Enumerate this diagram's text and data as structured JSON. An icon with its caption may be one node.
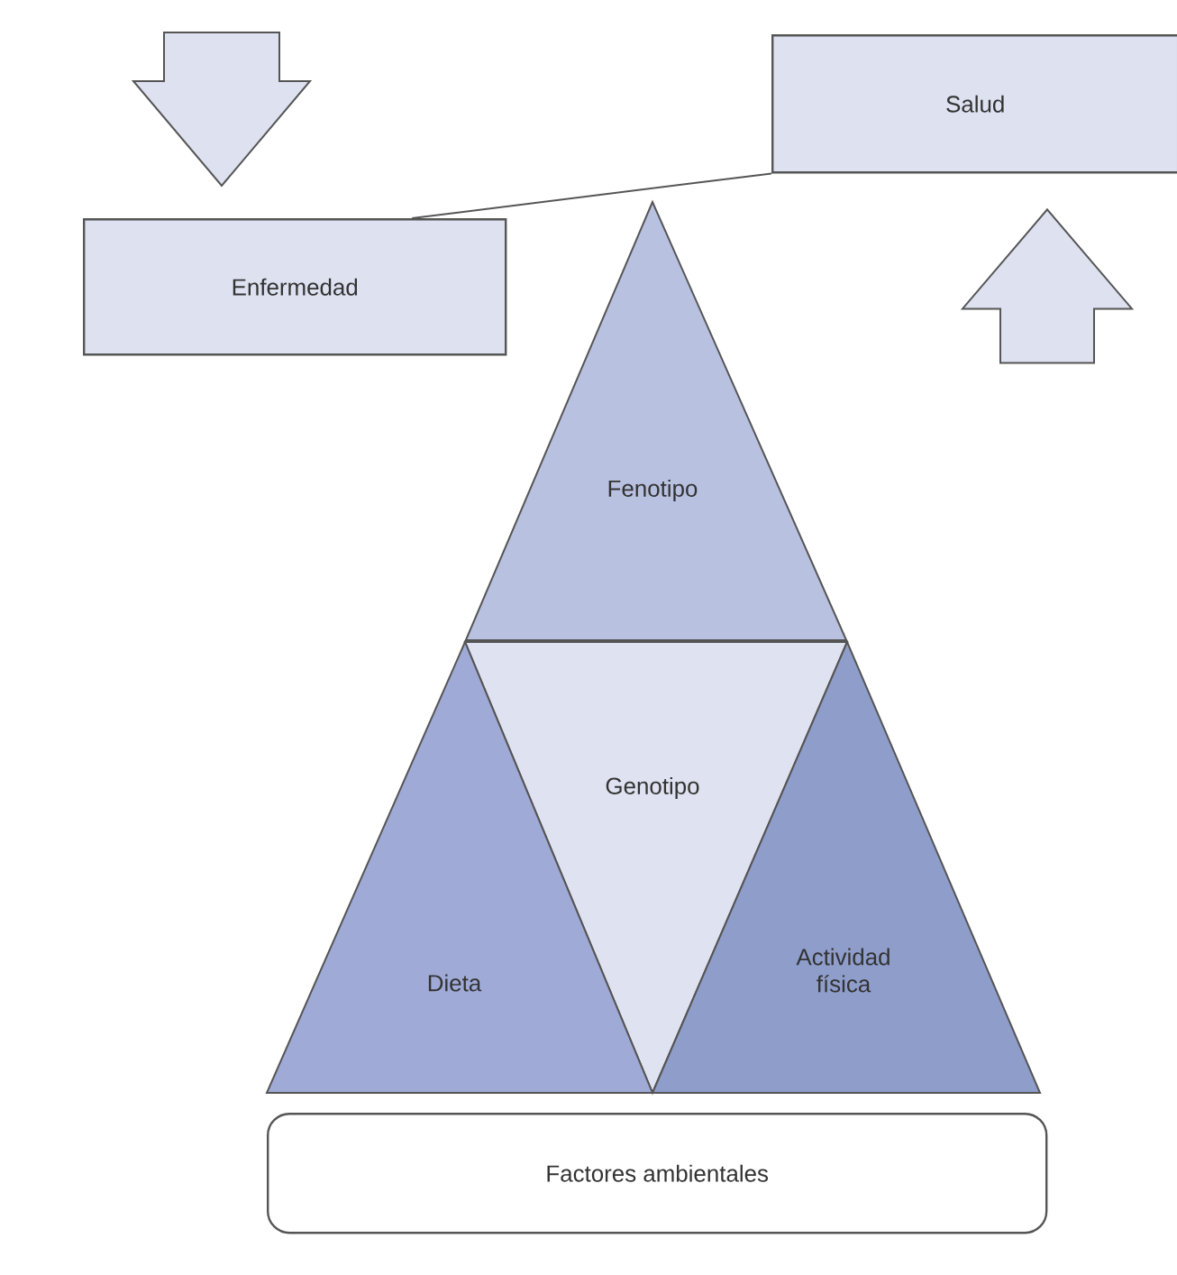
{
  "diagram": {
    "nodes": [
      {
        "text": [
          "Salud"
        ]
      },
      {
        "text": [
          "Enfermedad"
        ]
      },
      {
        "text": [
          "Fenotipo"
        ]
      },
      {
        "text": [
          "Genotipo"
        ]
      },
      {
        "text": [
          "Dieta"
        ]
      },
      {
        "text": [
          "Actividad física"
        ]
      },
      {
        "text": [
          "Factores ambientales"
        ]
      }
    ],
    "edges": [
      {
        "from": 1,
        "to": 0,
        "arrow": "none"
      },
      {
        "from": null,
        "to": 1,
        "arrow": "to",
        "style": "thick"
      },
      {
        "from": null,
        "to": 0,
        "arrow": "to",
        "style": "thick"
      }
    ]
  }
}
